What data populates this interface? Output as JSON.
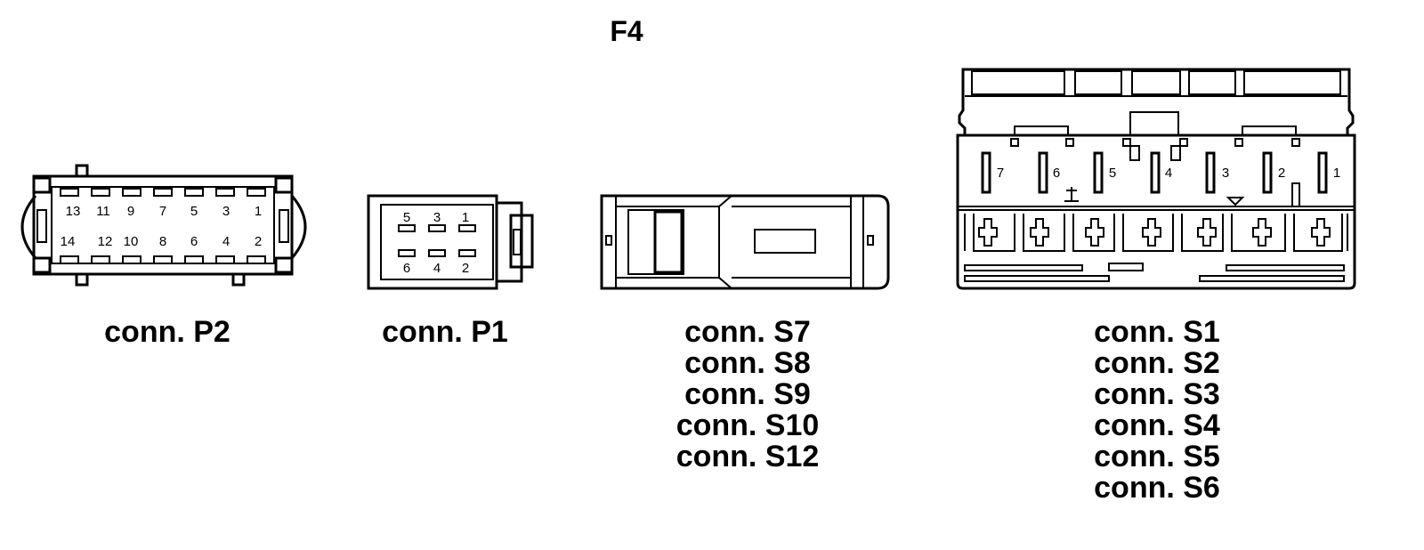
{
  "diagram": {
    "title": "F4",
    "connectors": [
      {
        "id": "p2",
        "caption": "conn. P2",
        "pins_top": [
          "13",
          "11",
          "9",
          "7",
          "5",
          "3",
          "1"
        ],
        "pins_bottom": [
          "14",
          "12",
          "10",
          "8",
          "6",
          "4",
          "2"
        ]
      },
      {
        "id": "p1",
        "caption": "conn. P1",
        "pins_top": [
          "5",
          "3",
          "1"
        ],
        "pins_bottom": [
          "6",
          "4",
          "2"
        ]
      },
      {
        "id": "s7",
        "captions": [
          "conn. S7",
          "conn. S8",
          "conn. S9",
          "conn. S10",
          "conn. S12"
        ]
      },
      {
        "id": "s1",
        "captions": [
          "conn. S1",
          "conn. S2",
          "conn. S3",
          "conn. S4",
          "conn. S5",
          "conn. S6"
        ],
        "pins": [
          "7",
          "6",
          "5",
          "4",
          "3",
          "2",
          "1"
        ]
      }
    ]
  }
}
